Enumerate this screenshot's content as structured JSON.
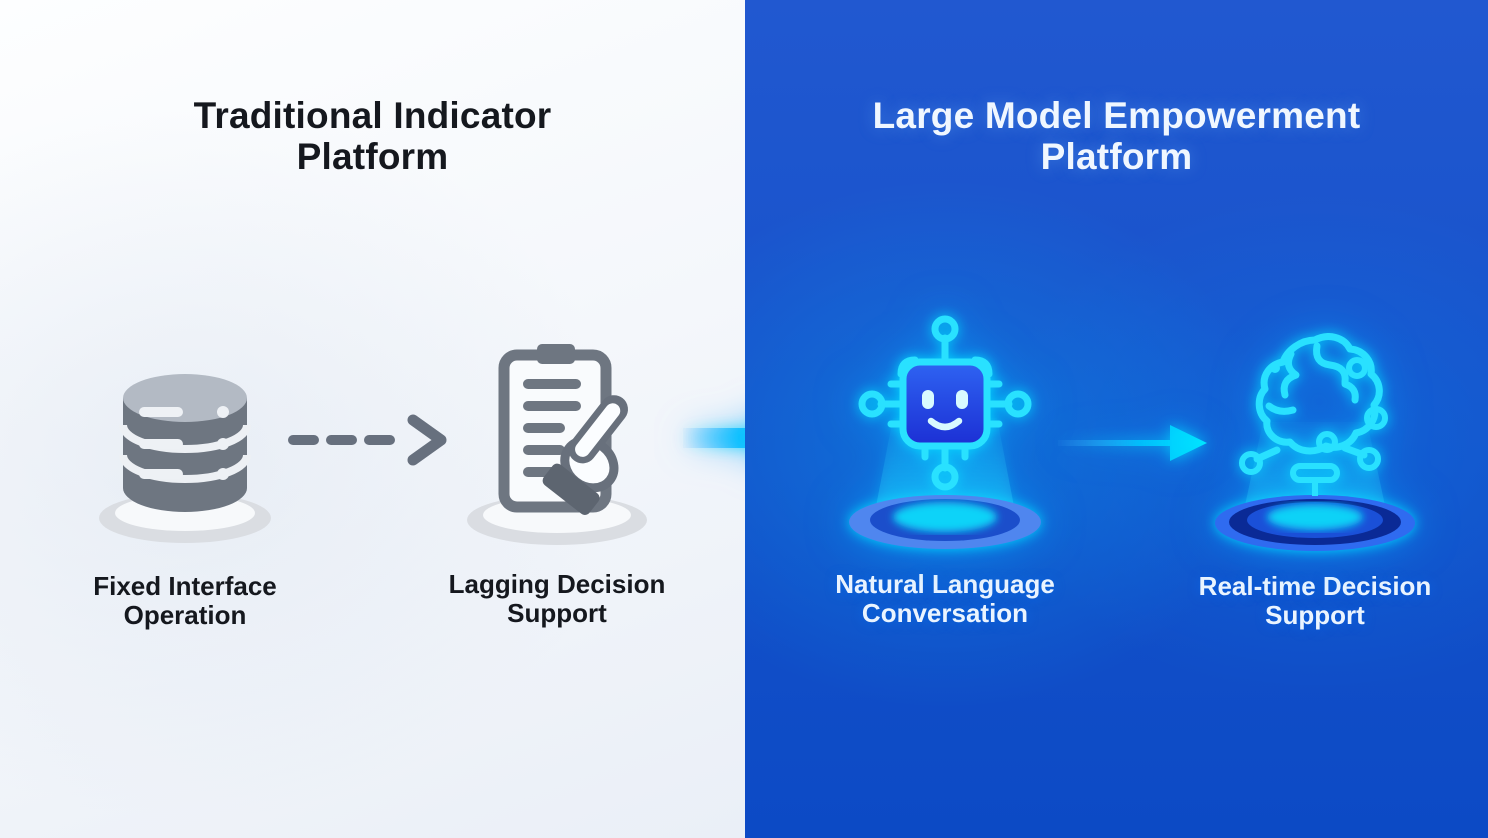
{
  "left_panel": {
    "title_line1": "Traditional Indicator",
    "title_line2": "Platform",
    "items": [
      {
        "icon": "database-icon",
        "label_line1": "Fixed Interface",
        "label_line2": "Operation"
      },
      {
        "icon": "clipboard-touch-icon",
        "label_line1": "Lagging Decision",
        "label_line2": "Support"
      }
    ],
    "arrow": {
      "icon": "dashed-arrow-icon",
      "style": "dashed-gray"
    }
  },
  "right_panel": {
    "title_line1": "Large Model Empowerment",
    "title_line2": "Platform",
    "items": [
      {
        "icon": "ai-chip-bot-icon",
        "label_line1": "Natural Language",
        "label_line2": "Conversation"
      },
      {
        "icon": "brain-circuit-icon",
        "label_line1": "Real-time Decision",
        "label_line2": "Support"
      }
    ],
    "arrow": {
      "icon": "glow-arrow-icon",
      "style": "glow-cyan"
    }
  },
  "transition_arrow": {
    "icon": "big-glow-arrow-icon",
    "style": "glow-cyan"
  },
  "colors": {
    "left_background": "#f4f7fb",
    "right_background": "#1553cb",
    "accent_cyan": "#00dbff",
    "icon_gray": "#6e7681",
    "left_text": "#15181e",
    "right_text": "#eaf4ff",
    "pedestal_navy": "#0a2a96"
  }
}
